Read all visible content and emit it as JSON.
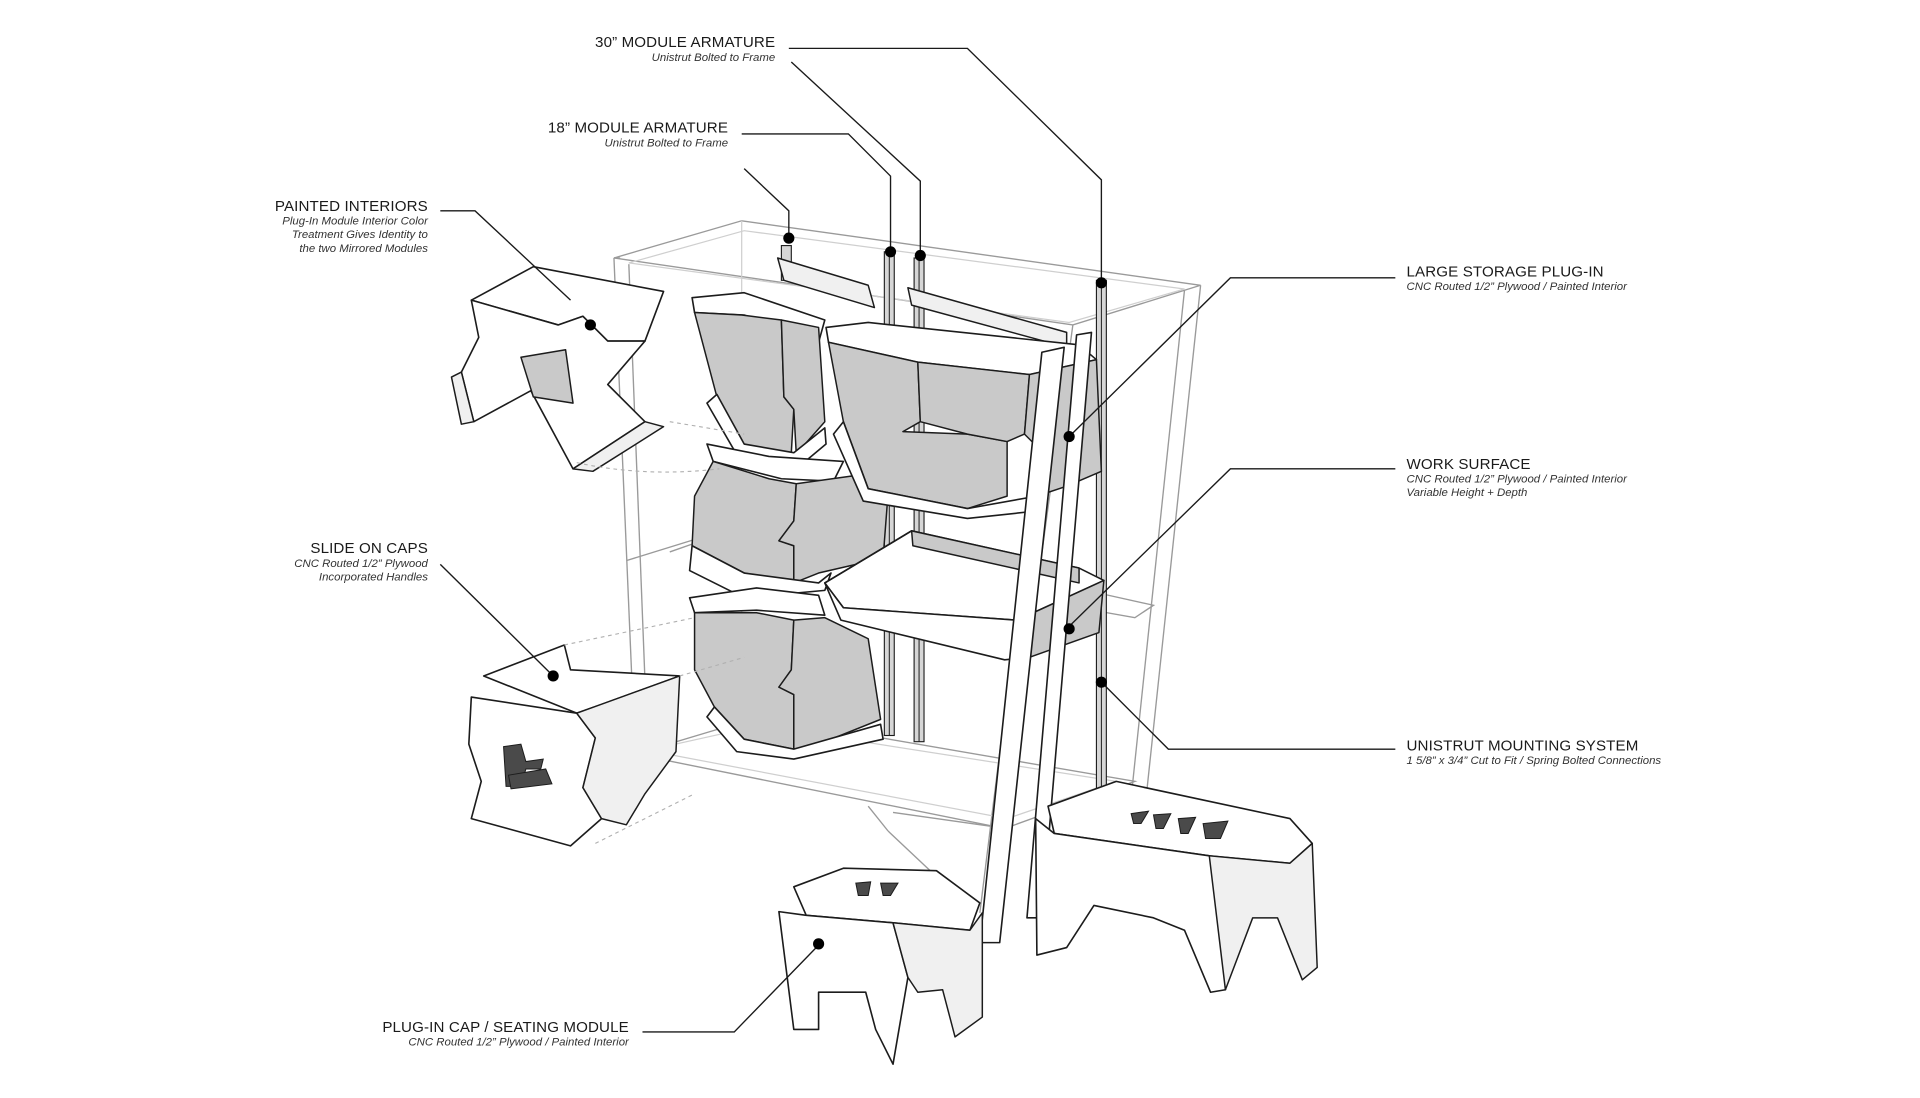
{
  "callouts": {
    "module30": {
      "title": "30” MODULE ARMATURE",
      "sub": [
        "Unistrut Bolted to Frame"
      ]
    },
    "module18": {
      "title": "18” MODULE ARMATURE",
      "sub": [
        "Unistrut Bolted to Frame"
      ]
    },
    "painted": {
      "title": "PAINTED INTERIORS",
      "sub": [
        "Plug-In Module Interior Color",
        "Treatment Gives Identity to",
        "the two Mirrored Modules"
      ]
    },
    "caps": {
      "title": "SLIDE ON CAPS",
      "sub": [
        "CNC Routed 1/2” Plywood",
        "Incorporated Handles"
      ]
    },
    "large": {
      "title": "LARGE STORAGE PLUG-IN",
      "sub": [
        "CNC Routed 1/2” Plywood / Painted Interior"
      ]
    },
    "work": {
      "title": "WORK SURFACE",
      "sub": [
        "CNC Routed 1/2” Plywood / Painted Interior",
        "Variable Height + Depth"
      ]
    },
    "unistrut": {
      "title": "UNISTRUT MOUNTING SYSTEM",
      "sub": [
        "1 5/8” x 3/4” Cut to Fit / Spring Bolted Connections"
      ]
    },
    "seating": {
      "title": "PLUG-IN CAP / SEATING MODULE",
      "sub": [
        "CNC Routed 1/2” Plywood / Painted Interior"
      ]
    }
  },
  "colors": {
    "ink": "#1a1a1a",
    "interior": "#c9c9c9",
    "frame": "#9a9a9a"
  }
}
